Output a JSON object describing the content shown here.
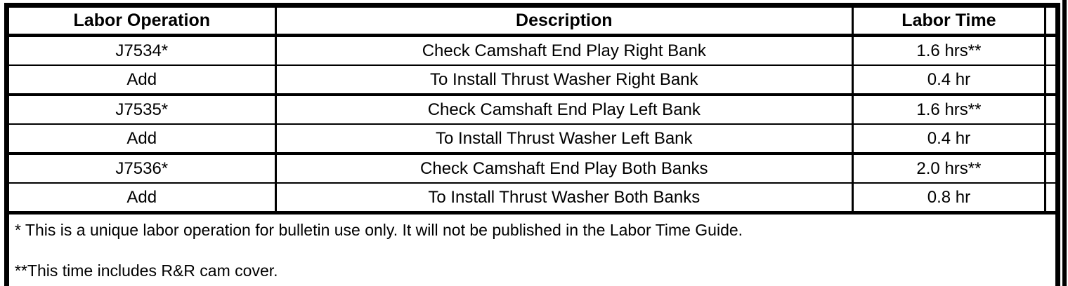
{
  "colors": {
    "border": "#000000",
    "background": "#ffffff",
    "text": "#000000"
  },
  "table": {
    "headers": [
      "Labor Operation",
      "Description",
      "Labor Time"
    ],
    "rows": [
      {
        "op": "J7534*",
        "desc": "Check Camshaft End Play Right Bank",
        "time": "1.6 hrs**"
      },
      {
        "op": "Add",
        "desc": "To Install Thrust Washer Right Bank",
        "time": "0.4 hr"
      },
      {
        "op": "J7535*",
        "desc": "Check Camshaft End Play Left Bank",
        "time": "1.6 hrs**"
      },
      {
        "op": "Add",
        "desc": "To Install Thrust Washer Left Bank",
        "time": "0.4 hr"
      },
      {
        "op": "J7536*",
        "desc": "Check Camshaft End Play Both Banks",
        "time": "2.0 hrs**"
      },
      {
        "op": "Add",
        "desc": "To Install Thrust Washer Both Banks",
        "time": "0.8 hr"
      }
    ],
    "footnotes": [
      "* This is a unique labor operation for bulletin use only. It will not be published in the Labor Time Guide.",
      "**This time includes R&R cam cover."
    ]
  }
}
